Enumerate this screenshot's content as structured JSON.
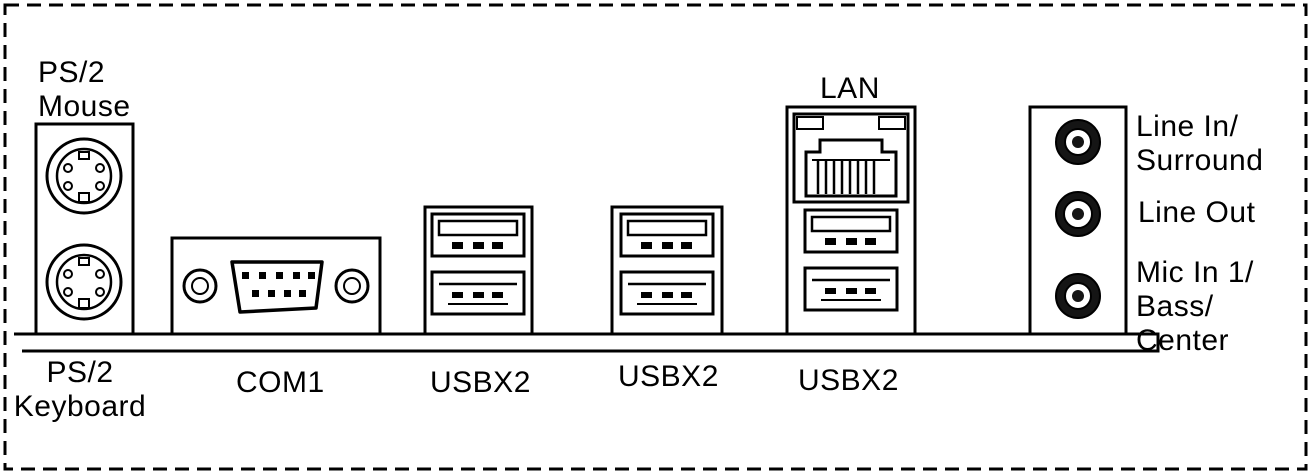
{
  "labels": {
    "ps2_mouse": "PS/2\nMouse",
    "ps2_keyboard": "PS/2\nKeyboard",
    "com1": "COM1",
    "usb_group_1": "USBX2",
    "usb_group_2": "USBX2",
    "usb_group_3": "USBX2",
    "lan": "LAN",
    "audio_line_in": "Line In/\nSurround",
    "audio_line_out": "Line Out",
    "audio_mic_in": "Mic In 1/\nBass/ Center"
  },
  "colors": {
    "line": "#000000",
    "background": "#ffffff"
  }
}
